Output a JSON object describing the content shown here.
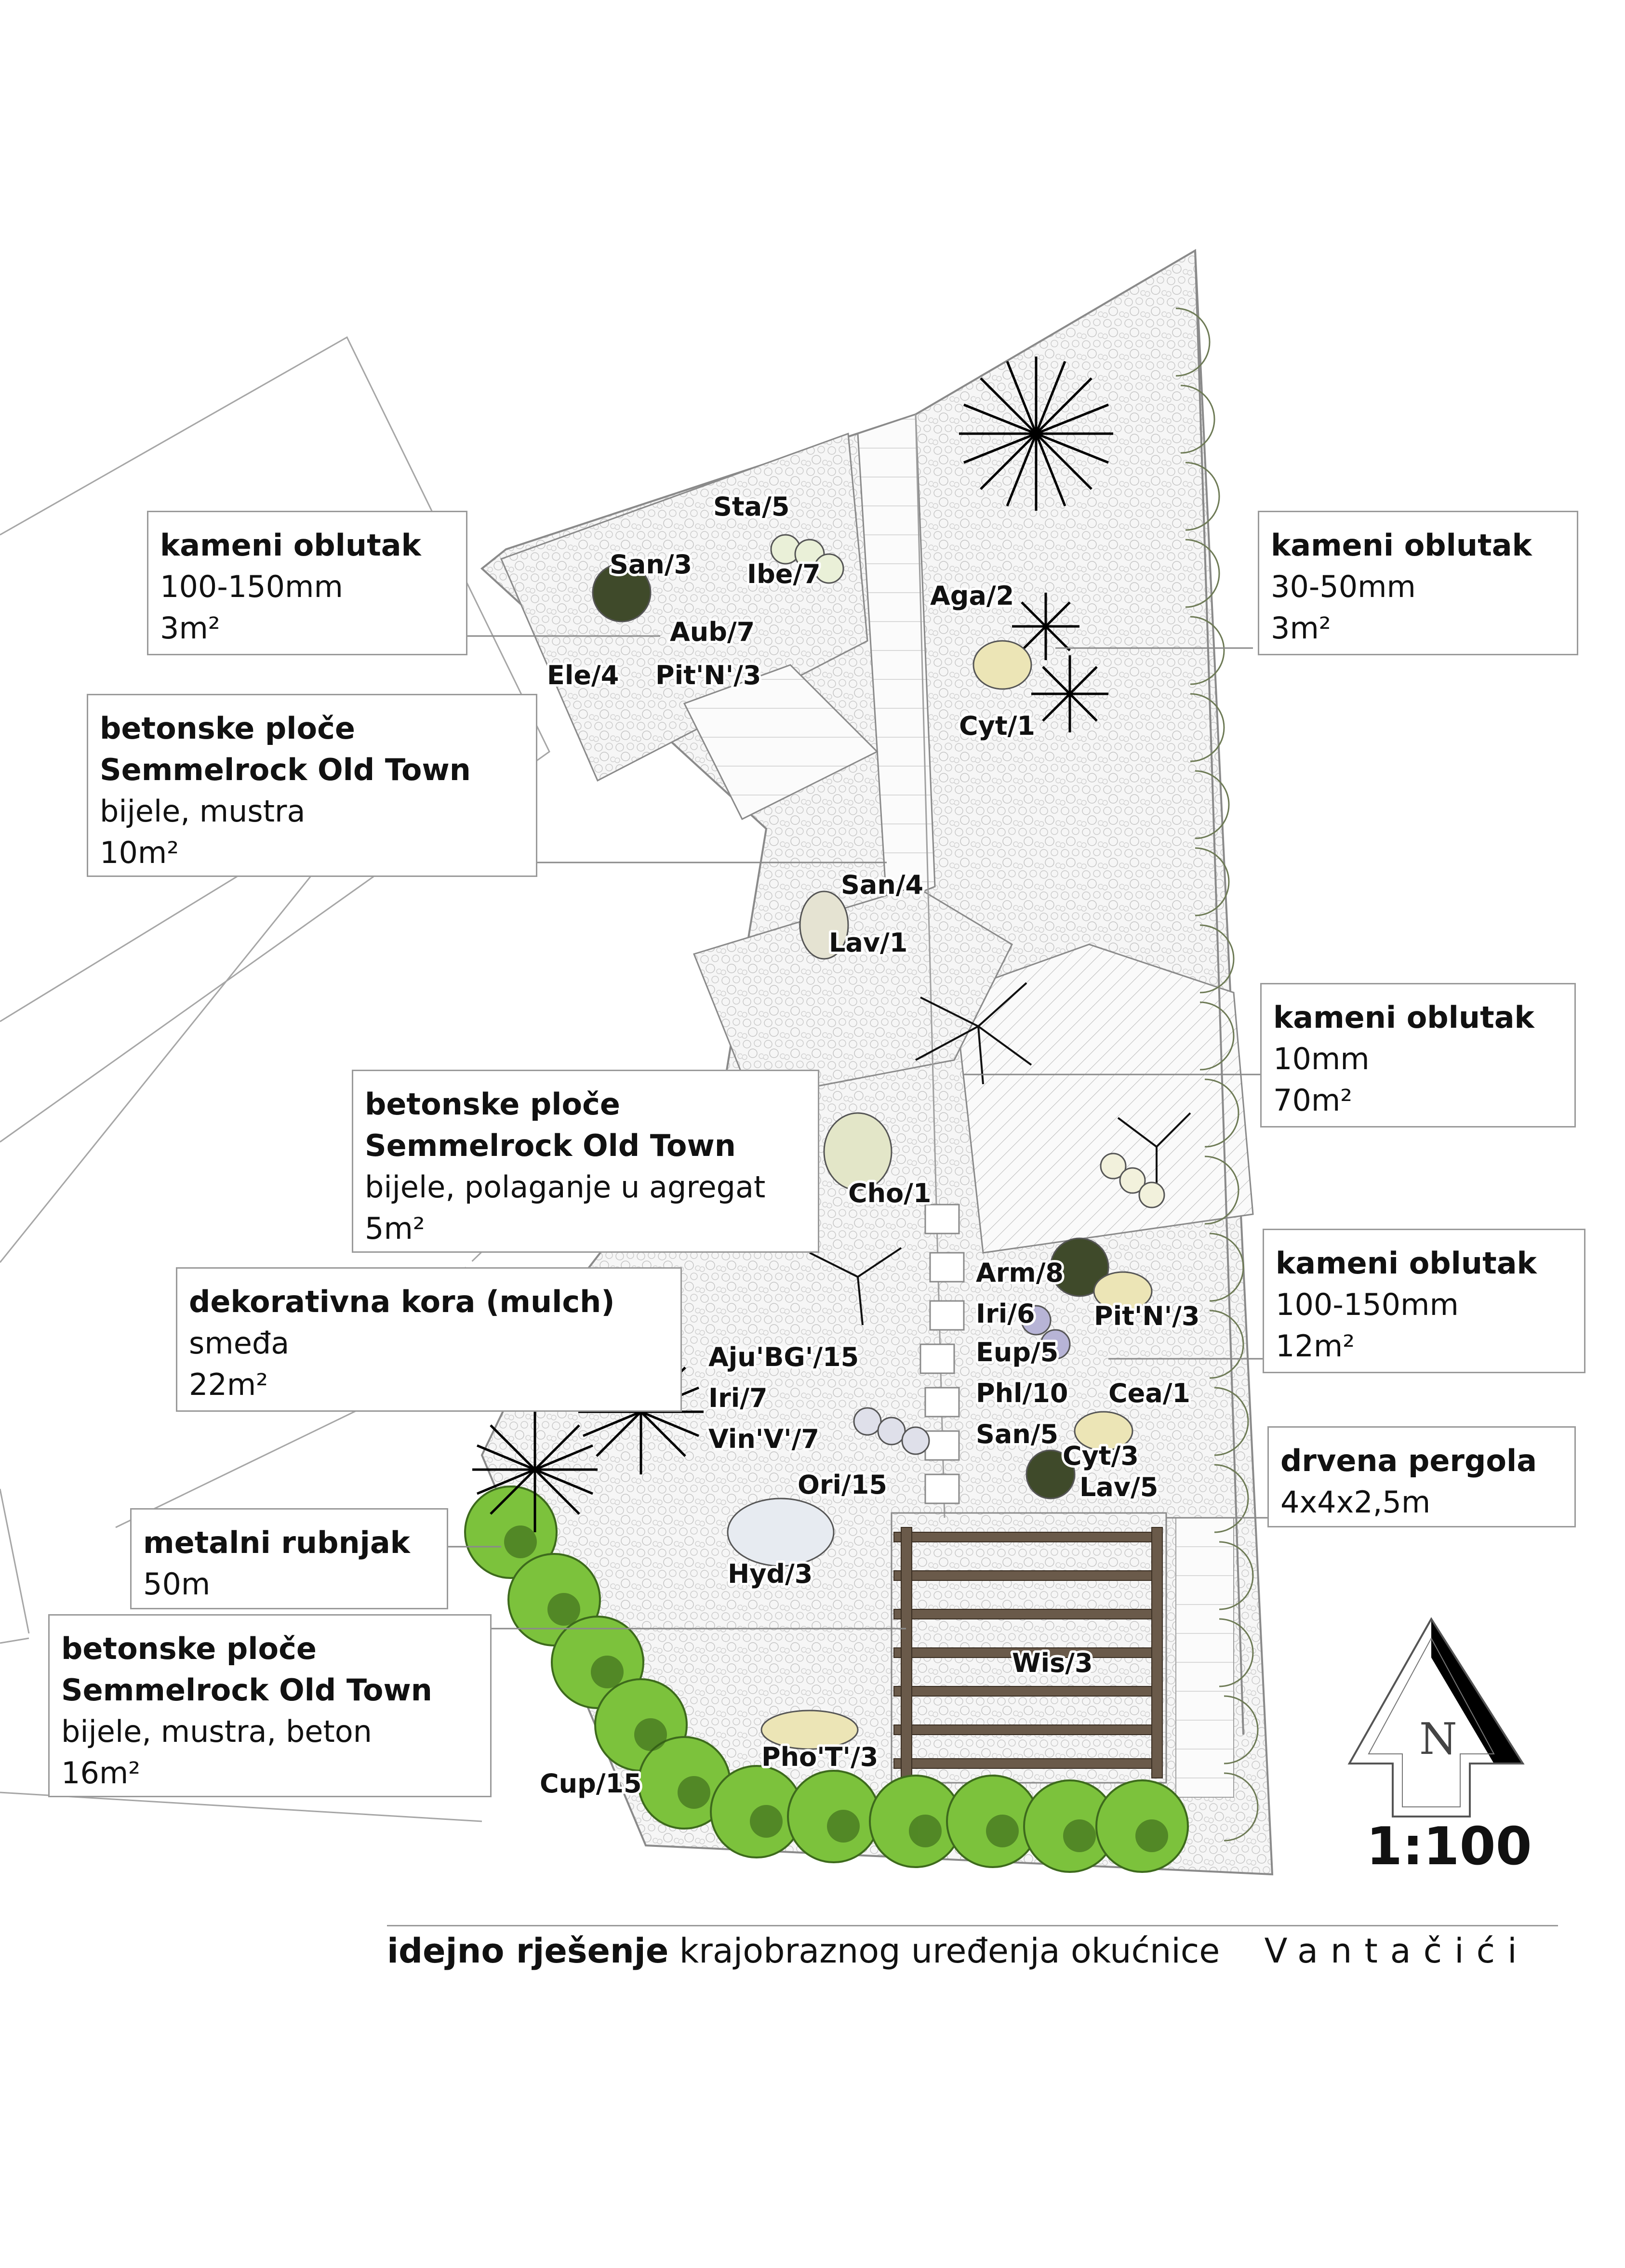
{
  "callouts": [
    {
      "title": "kameni oblutak",
      "lines": [
        "100-150mm",
        "3m²"
      ]
    },
    {
      "title": "kameni oblutak",
      "lines": [
        "30-50mm",
        "3m²"
      ]
    },
    {
      "title": "betonske ploče",
      "title2": "Semmelrock Old Town",
      "lines": [
        "bijele, mustra",
        "10m²"
      ]
    },
    {
      "title": "kameni oblutak",
      "lines": [
        "10mm",
        "70m²"
      ]
    },
    {
      "title": "betonske ploče",
      "title2": "Semmelrock Old Town",
      "lines": [
        "bijele, polaganje u agregat",
        "5m²"
      ]
    },
    {
      "title": "kameni oblutak",
      "lines": [
        "100-150mm",
        "12m²"
      ]
    },
    {
      "title": "dekorativna kora (mulch)",
      "lines": [
        "smeđa",
        "22m²"
      ]
    },
    {
      "title": "drvena pergola",
      "lines": [
        "4x4x2,5m"
      ]
    },
    {
      "title": "metalni rubnjak",
      "lines": [
        "50m"
      ]
    },
    {
      "title": "betonske ploče",
      "title2": "Semmelrock Old Town",
      "lines": [
        "bijele, mustra, beton",
        "16m²"
      ]
    }
  ],
  "plant_labels": [
    "Sta/5",
    "San/3",
    "Ibe/7",
    "Aub/7",
    "Ele/4",
    "Pit'N'/3",
    "Aga/2",
    "Cyt/1",
    "San/4",
    "Lav/1",
    "Cho/1",
    "Arm/8",
    "Iri/6",
    "Pit'N'/3",
    "Eup/5",
    "Phl/10",
    "Cea/1",
    "San/5",
    "Aju'BG'/15",
    "Iri/7",
    "Vin'V'/7",
    "Ori/15",
    "Cyt/3",
    "Lav/5",
    "Hyd/3",
    "Wis/3",
    "Pho'T'/3",
    "Cup/15"
  ],
  "scale": "1:100",
  "north_letter": "N",
  "title": {
    "bold": "idejno rješenje",
    "normal": "krajobraznog uređenja okućnice",
    "location": "Vantačići"
  },
  "colors": {
    "line": "#8a8a8a",
    "gravel": "#f3f3f3",
    "hedge_green": "#7cc23c",
    "pergola": "#6a5a4a",
    "tree_green": "#a9b58f",
    "accent_purple": "#b7b4d6"
  }
}
